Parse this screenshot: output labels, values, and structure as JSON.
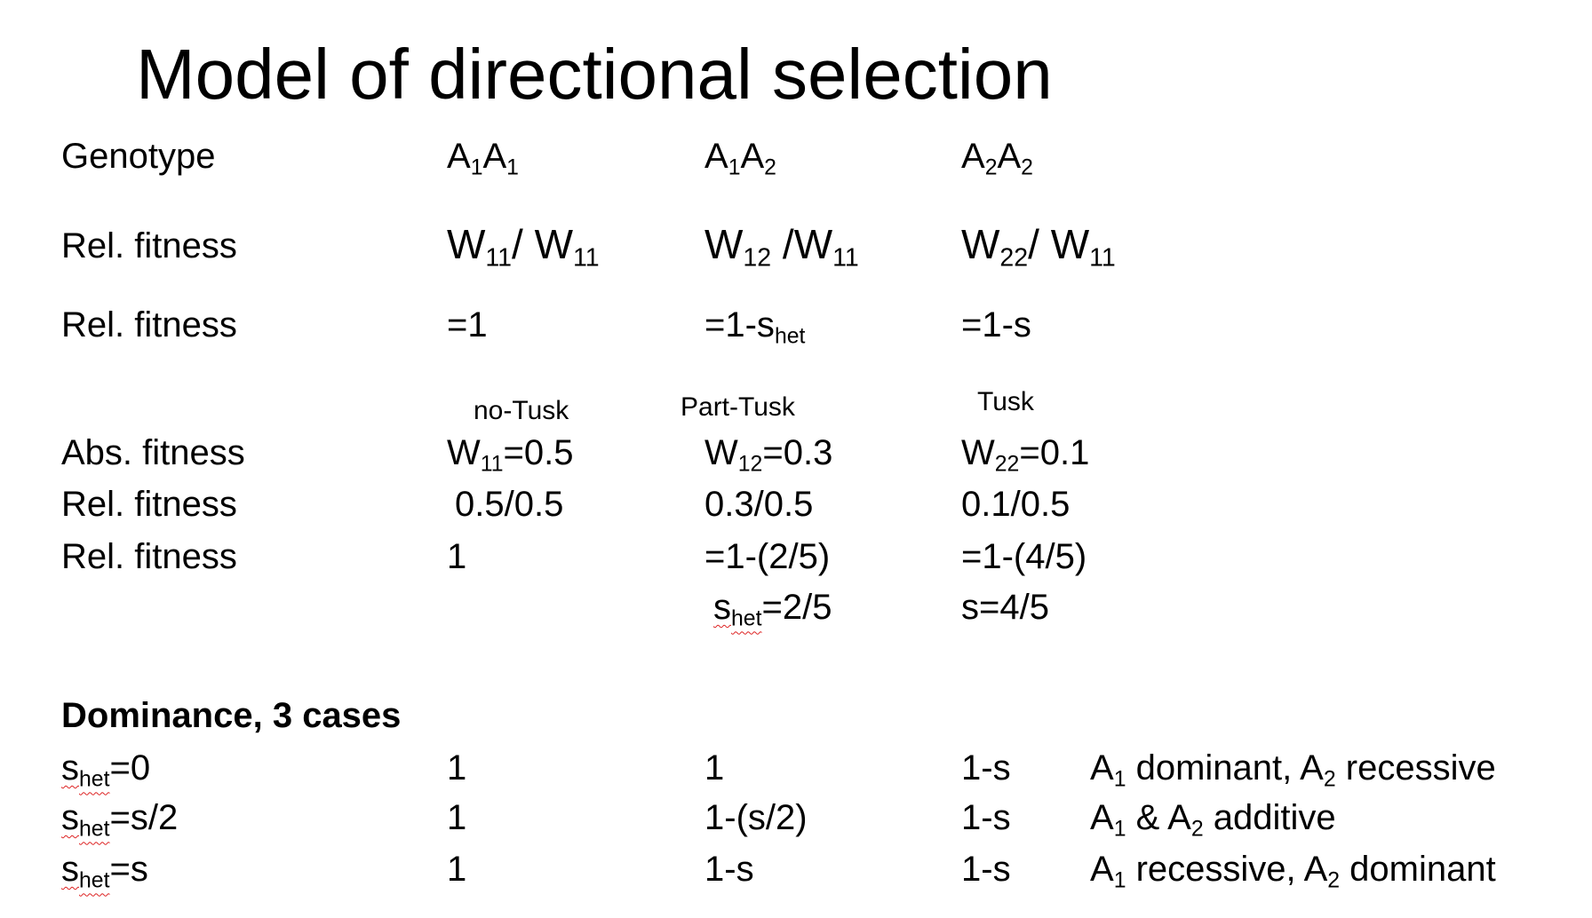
{
  "title": "Model of directional selection",
  "rows": {
    "genotype": {
      "label": "Genotype",
      "c1": [
        "A",
        "1",
        "A",
        "1"
      ],
      "c2": [
        "A",
        "1",
        "A",
        "2"
      ],
      "c3": [
        "A",
        "2",
        "A",
        "2"
      ]
    },
    "rel1": {
      "label": "Rel. fitness",
      "c1": [
        "W",
        "11",
        "/ W",
        "11"
      ],
      "c2": [
        "W",
        "12",
        " /W",
        "11"
      ],
      "c3": [
        "W",
        "22",
        "/ W",
        "11"
      ]
    },
    "rel2": {
      "label": "Rel. fitness",
      "c1": "=1",
      "c2": [
        "=1-s",
        "het"
      ],
      "c3": "=1-s"
    },
    "phenotypes": [
      "no-Tusk",
      "Part-Tusk",
      "Tusk"
    ],
    "abs": {
      "label": "Abs. fitness",
      "c1": [
        "W",
        "11",
        "=0.5"
      ],
      "c2": [
        "W",
        "12",
        "=0.3"
      ],
      "c3": [
        "W",
        "22",
        "=0.1"
      ]
    },
    "rel3": {
      "label": "Rel. fitness",
      "c1": "0.5/0.5",
      "c2": "0.3/0.5",
      "c3": "0.1/0.5"
    },
    "rel4": {
      "label": "Rel. fitness",
      "c1": "1",
      "c2": "=1-(2/5)",
      "c3": "=1-(4/5)"
    },
    "sel": {
      "c2": [
        "s",
        "het",
        "=2/5"
      ],
      "c3": "s=4/5"
    }
  },
  "dominance": {
    "heading": "Dominance, 3 cases",
    "cases": [
      {
        "s": "s",
        "sub": "het",
        "rest": "=0",
        "c1": "1",
        "c2": "1",
        "c3": "1-s",
        "d": [
          "A",
          "1",
          " dominant, A",
          "2",
          " recessive"
        ]
      },
      {
        "s": "s",
        "sub": "het",
        "rest": "=s/2",
        "c1": "1",
        "c2": "1-(s/2)",
        "c3": "1-s",
        "d": [
          "A",
          "1",
          " & A",
          "2",
          " additive"
        ]
      },
      {
        "s": "s",
        "sub": "het",
        "rest": "=s",
        "c1": "1",
        "c2": "1-s",
        "c3": "1-s",
        "d": [
          "A",
          "1",
          " recessive, A",
          "2",
          " dominant"
        ]
      }
    ]
  }
}
